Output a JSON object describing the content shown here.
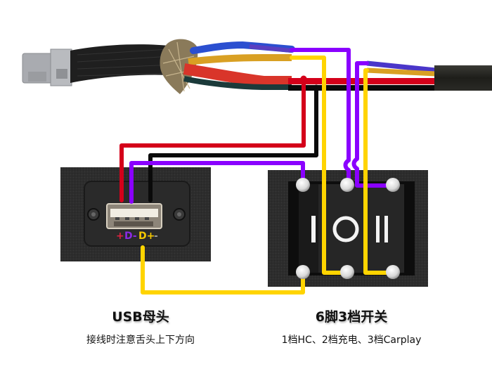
{
  "usb_socket": {
    "title": "USB母头",
    "note": "接线时注意舌头上下方向",
    "pin_labels": [
      {
        "text": "+",
        "color": "#e0213f"
      },
      {
        "text": "D-",
        "color": "#8a2be2"
      },
      {
        "text": "D+",
        "color": "#f5c800"
      },
      {
        "text": "-",
        "color": "#9a9a9a"
      }
    ]
  },
  "rocker_switch": {
    "title": "6脚3档开关",
    "note": "1档HC、2档充电、3档Carplay",
    "position_marks": [
      "I",
      "O",
      "II"
    ]
  },
  "wire_colors": {
    "red": "#d4001a",
    "black": "#0a0a0a",
    "purple": "#8a00ff",
    "yellow": "#ffd400"
  }
}
